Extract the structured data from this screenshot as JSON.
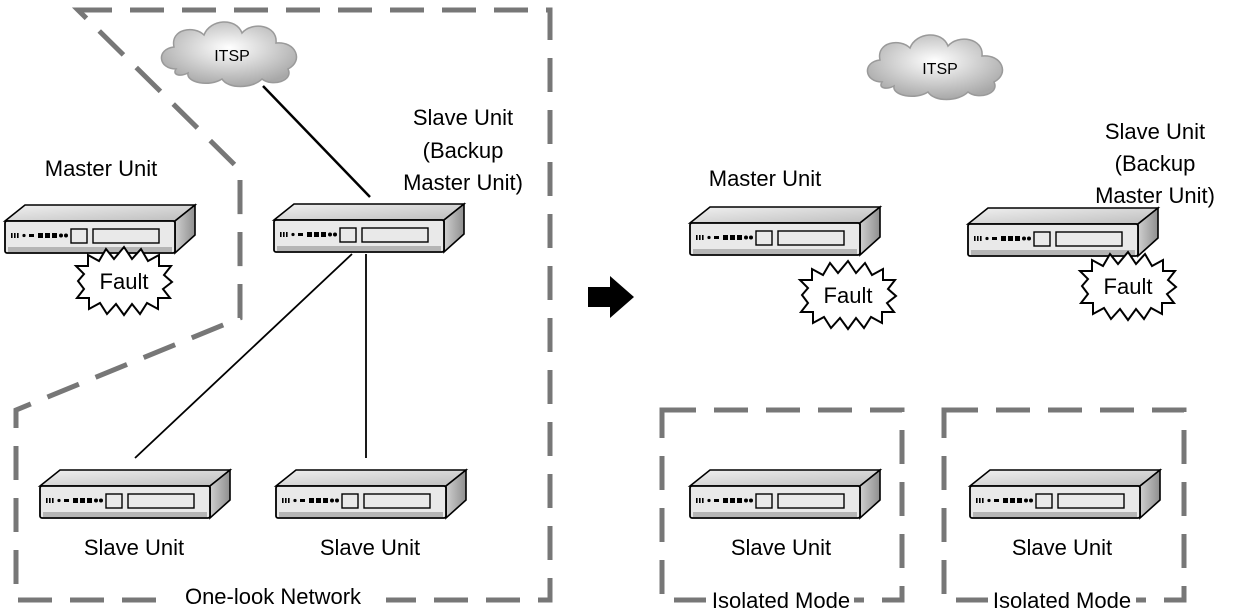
{
  "left": {
    "cloud_label": "ITSP",
    "master_label": "Master Unit",
    "backup_label_lines": [
      "Slave Unit",
      "(Backup",
      "Master Unit)"
    ],
    "fault_label": "Fault",
    "slave_label_1": "Slave Unit",
    "slave_label_2": "Slave Unit",
    "network_label": "One-look Network"
  },
  "right": {
    "cloud_label": "ITSP",
    "master_label": "Master Unit",
    "backup_label_lines": [
      "Slave Unit",
      "(Backup",
      "Master Unit)"
    ],
    "fault_label_1": "Fault",
    "fault_label_2": "Fault",
    "slave_label_1": "Slave Unit",
    "slave_label_2": "Slave Unit",
    "isolated_label_1": "Isolated Mode",
    "isolated_label_2": "Isolated Mode"
  },
  "colors": {
    "frame": "#777777",
    "device_top": "#d8d8d8",
    "device_front": "#bcbcbc",
    "arrow": "#000000"
  },
  "icons": [
    "cloud-icon",
    "pbx-unit-icon",
    "fault-burst-icon",
    "right-arrow-icon"
  ]
}
